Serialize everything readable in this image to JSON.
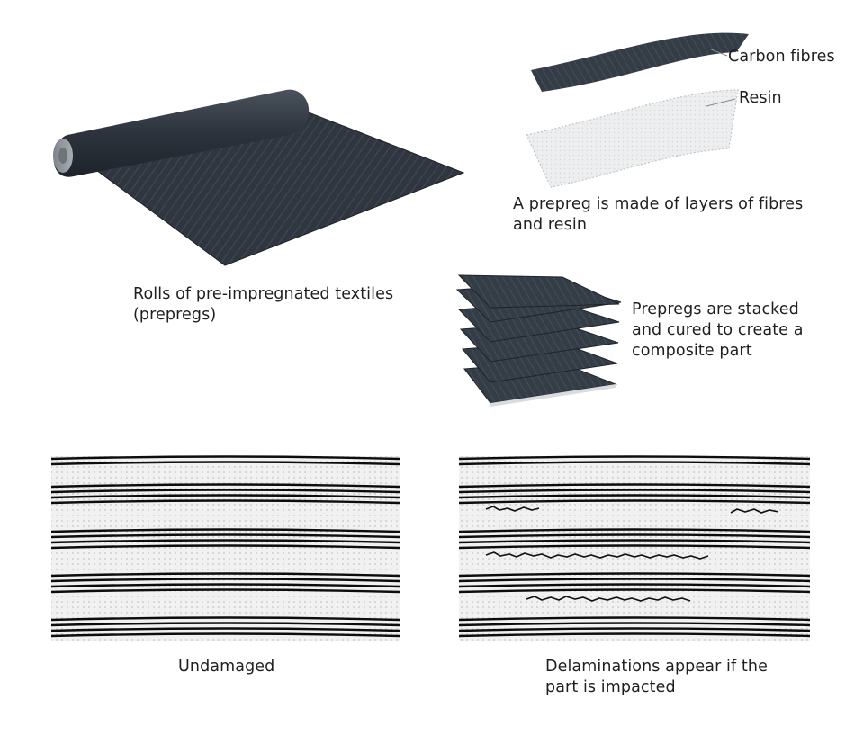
{
  "roll_caption": [
    "Rolls of pre-impregnated textiles",
    "(prepregs)"
  ],
  "layers": {
    "fibre_label": "Carbon fibres",
    "resin_label": "Resin",
    "caption": [
      "A prepreg is made of layers of fibres",
      "and resin"
    ]
  },
  "stack_caption": [
    "Prepregs are stacked",
    "and cured to create a",
    "composite part"
  ],
  "cross_sections": {
    "undamaged_caption": "Undamaged",
    "damaged_caption": [
      "Delaminations appear if the",
      "part is impacted"
    ]
  },
  "colors": {
    "carbon": "#2f3640",
    "carbon_light": "#4a525c",
    "resin": "#e6e8ea",
    "stripe": "#0d0d0d"
  }
}
